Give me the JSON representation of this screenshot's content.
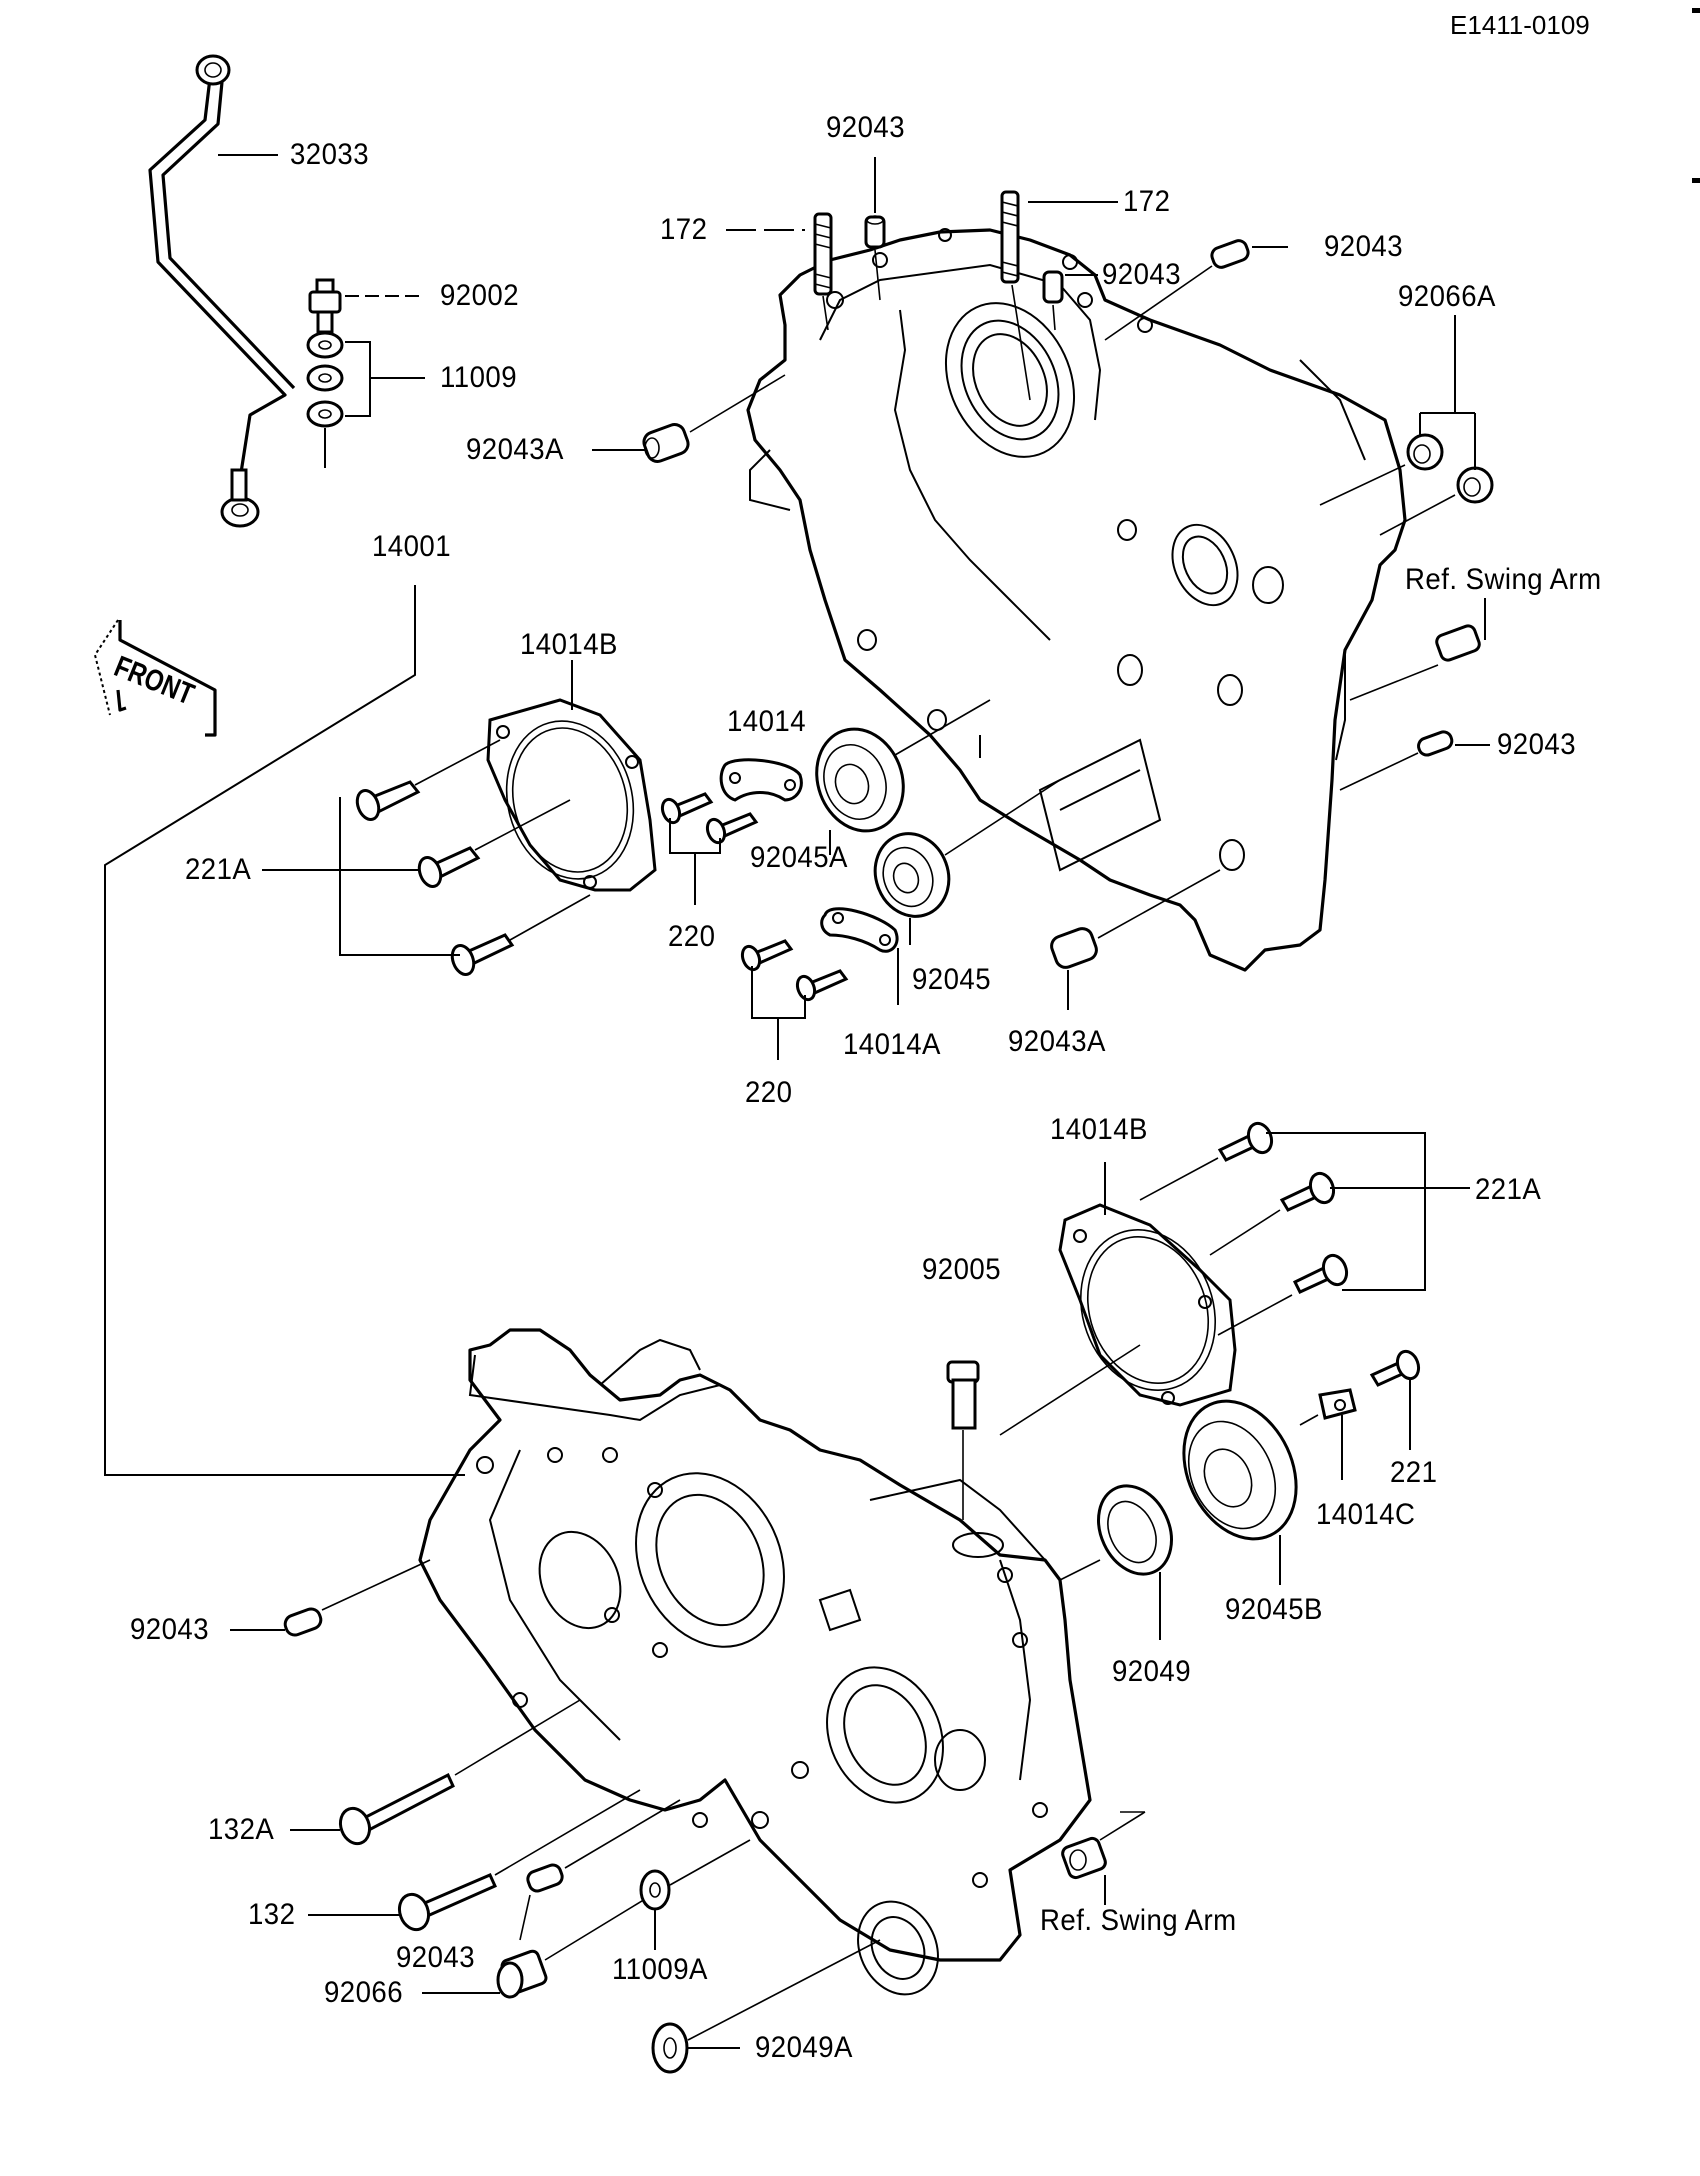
{
  "diagram": {
    "code": "E1411-0109",
    "front_arrow_label": "FRONT",
    "colors": {
      "ink": "#000000",
      "paper": "#ffffff"
    },
    "labels": {
      "p32033": "32033",
      "p92002": "92002",
      "p11009": "11009",
      "p92043_top": "92043",
      "p172_left": "172",
      "p172_right": "172",
      "p92043_mid": "92043",
      "p92043_right": "92043",
      "p92066A": "92066A",
      "p92043A_top": "92043A",
      "ref_swing_arm_top": "Ref. Swing Arm",
      "p14001": "14001",
      "p14014B_top": "14014B",
      "p14014": "14014",
      "p92043_side": "92043",
      "p221A_top": "221A",
      "p92045A": "92045A",
      "p220_top": "220",
      "p92045": "92045",
      "p14014A": "14014A",
      "p92043A_bottom": "92043A",
      "p220_bottom": "220",
      "p14014B_bottom": "14014B",
      "p221A_bottom": "221A",
      "p92005": "92005",
      "p221": "221",
      "p14014C": "14014C",
      "p92045B": "92045B",
      "p92049": "92049",
      "p92043_lower_left": "92043",
      "p132A": "132A",
      "p132": "132",
      "p92043_bottom": "92043",
      "p92066": "92066",
      "p11009A": "11009A",
      "ref_swing_arm_bottom": "Ref. Swing Arm",
      "p92049A": "92049A"
    }
  }
}
